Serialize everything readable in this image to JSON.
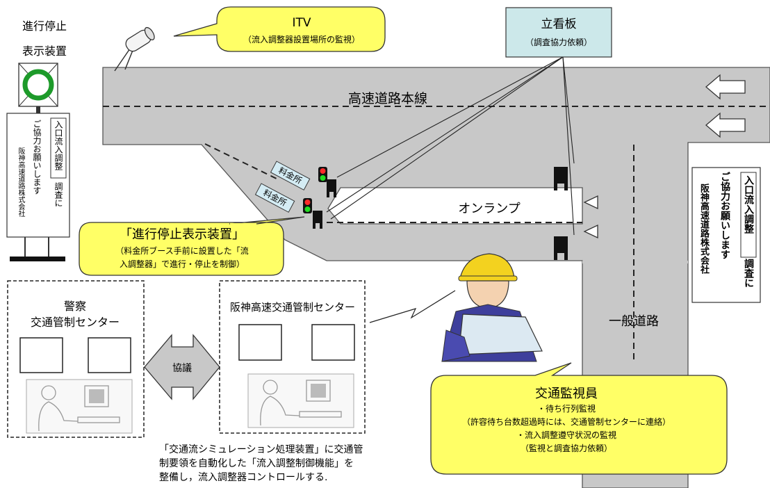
{
  "device_label": [
    "進行停止",
    "表示装置"
  ],
  "itv": {
    "title": "ITV",
    "sub": "（流入調整器設置場所の監視）"
  },
  "billboard": {
    "title": "立看板",
    "sub": "（調査協力依頼）"
  },
  "road": {
    "main_line": "高速道路本線",
    "on_ramp": "オンランプ",
    "general_road": "一般道路",
    "tollgate": "料金所"
  },
  "sign": {
    "boxed": "入口流入調整",
    "line1_rest": "調査に",
    "line2": "ご協力お願いします",
    "line3": "阪神高速道路株式会社"
  },
  "device_callout": {
    "title": "「進行停止表示装置」",
    "body1": "（料金所ブース手前に設置した「流",
    "body2": "入調整器」で進行・停止を制御）"
  },
  "police": {
    "line1": "警察",
    "line2": "交通管制センター"
  },
  "consult": "協議",
  "hanshin": {
    "title": "阪神高速交通管制センター"
  },
  "monitor": {
    "title": "交通監視員",
    "l1": "・待ち行列監視",
    "l2": "（許容待ち台数超過時には、交通管制センターに連絡）",
    "l3": "・流入調整遵守状況の監視",
    "l4": "（監視と調査協力依頼）"
  },
  "caption": [
    "「交通流シミュレーション処理装置」に交通管",
    "制要領を自動化した「流入調整制御機能」を",
    "整備し，流入調整器コントロールする."
  ],
  "colors": {
    "road": "#c8c8c8",
    "callout_yellow": "#ffff66",
    "billboard": "#cce8ea",
    "tag_blue": "#d4ecf4",
    "signal_red": "#ff2a2a",
    "signal_green": "#22dd22",
    "ring_green": "#1d9a2a"
  },
  "icons": [
    "camera-icon",
    "traffic-signal-icon",
    "vehicle-icon",
    "arrow-left-icon",
    "triangle-left-icon",
    "computer-operator-icon",
    "worker-with-map-icon"
  ]
}
